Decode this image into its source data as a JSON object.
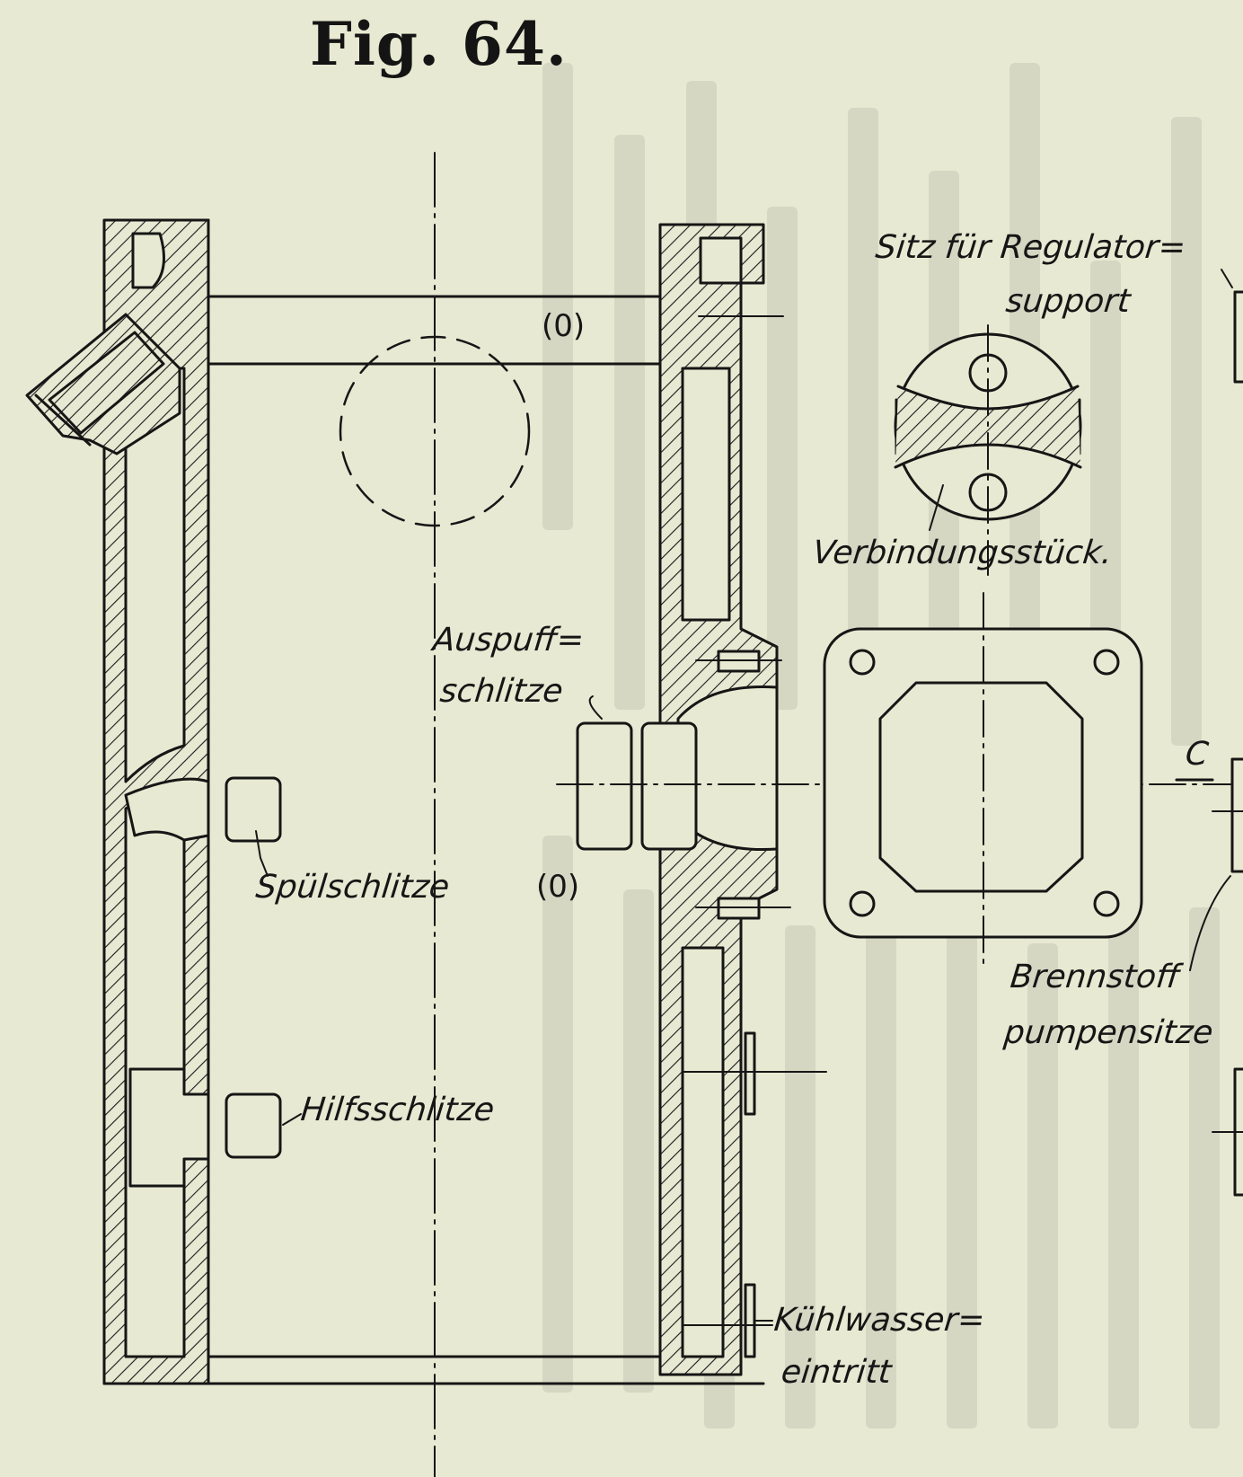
{
  "figure": {
    "title": "Fig. 64."
  },
  "labels": {
    "regulator_seat": "Sitz für Regulator=",
    "regulator_seat_2": "support",
    "connector": "Verbindungsstück.",
    "exhaust_ports": "Auspuff=",
    "exhaust_ports_2": "schlitze",
    "scavenging_ports": "Spülschlitze",
    "auxiliary_ports": "Hilfsschlitze",
    "fuel_pump_seats": "Brennstoff",
    "fuel_pump_seats_2": "pumpensitze",
    "cooling_water_inlet": "Kühlwasser=",
    "cooling_water_inlet_2": "eintritt",
    "section_mark": "C",
    "port_mark_upper": "(0)",
    "port_mark_lower": "(0)"
  },
  "colors": {
    "paper": "#e7e9d2",
    "ink": "#161616"
  }
}
